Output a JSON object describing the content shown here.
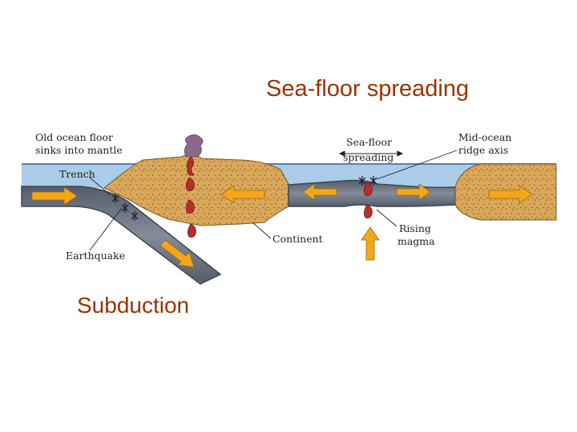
{
  "slide": {
    "title": "Sea-floor spreading",
    "subtitle": "Subduction"
  },
  "diagram": {
    "labels": {
      "old_ocean_floor_line1": "Old ocean floor",
      "old_ocean_floor_line2": "sinks into mantle",
      "trench": "Trench",
      "earthquake": "Earthquake",
      "sea_floor_spreading_line1": "Sea-floor",
      "sea_floor_spreading_line2": "spreading",
      "mid_ocean_ridge_line1": "Mid-ocean",
      "mid_ocean_ridge_line2": "ridge axis",
      "continent": "Continent",
      "rising_magma_line1": "Rising",
      "rising_magma_line2": "magma"
    },
    "colors": {
      "title_text": "#993300",
      "ocean": "#a9cde9",
      "ocean_surface": "#5a7fae",
      "plate": "#66707f",
      "plate_edge": "#3e4552",
      "continent": "#d9a85a",
      "continent_speckle": "#8a5a25",
      "magma": "#b82e2e",
      "arrow": "#f2a71b",
      "volcano_plume": "#8a6a8a"
    }
  }
}
